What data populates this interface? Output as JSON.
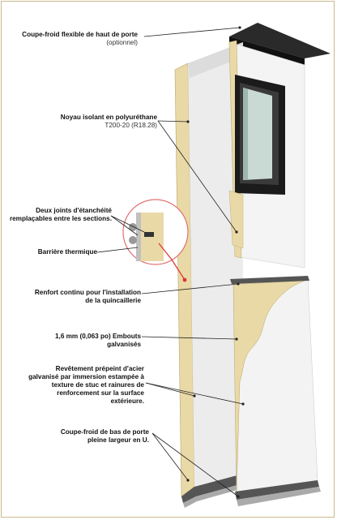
{
  "labels": {
    "top_seal": {
      "title": "Coupe-froid flexible de haut de porte",
      "note": "(optionnel)"
    },
    "core": {
      "title": "Noyau isolant en polyuréthane",
      "note": "T200-20 (R18.28)"
    },
    "joints": {
      "title": "Deux joints d'étanchéité remplaçables entre les sections."
    },
    "thermal": {
      "title": "Barrière thermique"
    },
    "reinforcement": {
      "title": "Renfort continu pour l'installation de la quincaillerie"
    },
    "end_caps": {
      "title": "1,6 mm (0,063 po) Embouts galvanisés"
    },
    "coating": {
      "title": "Revêtement prépeint d'acier galvanisé par immersion estampée à texture de stuc et rainures de renforcement sur la surface extérieure."
    },
    "bottom_seal": {
      "title": "Coupe-froid de bas de porte pleine largeur en U."
    }
  },
  "colors": {
    "foam": "#e9d9a6",
    "steel": "#f2f2f2",
    "steel_shade": "#d8d8d8",
    "window_frame": "#1b1b1b",
    "glass": "#c9dad5",
    "leader": "#222222",
    "callout_circle": "#e07070"
  }
}
